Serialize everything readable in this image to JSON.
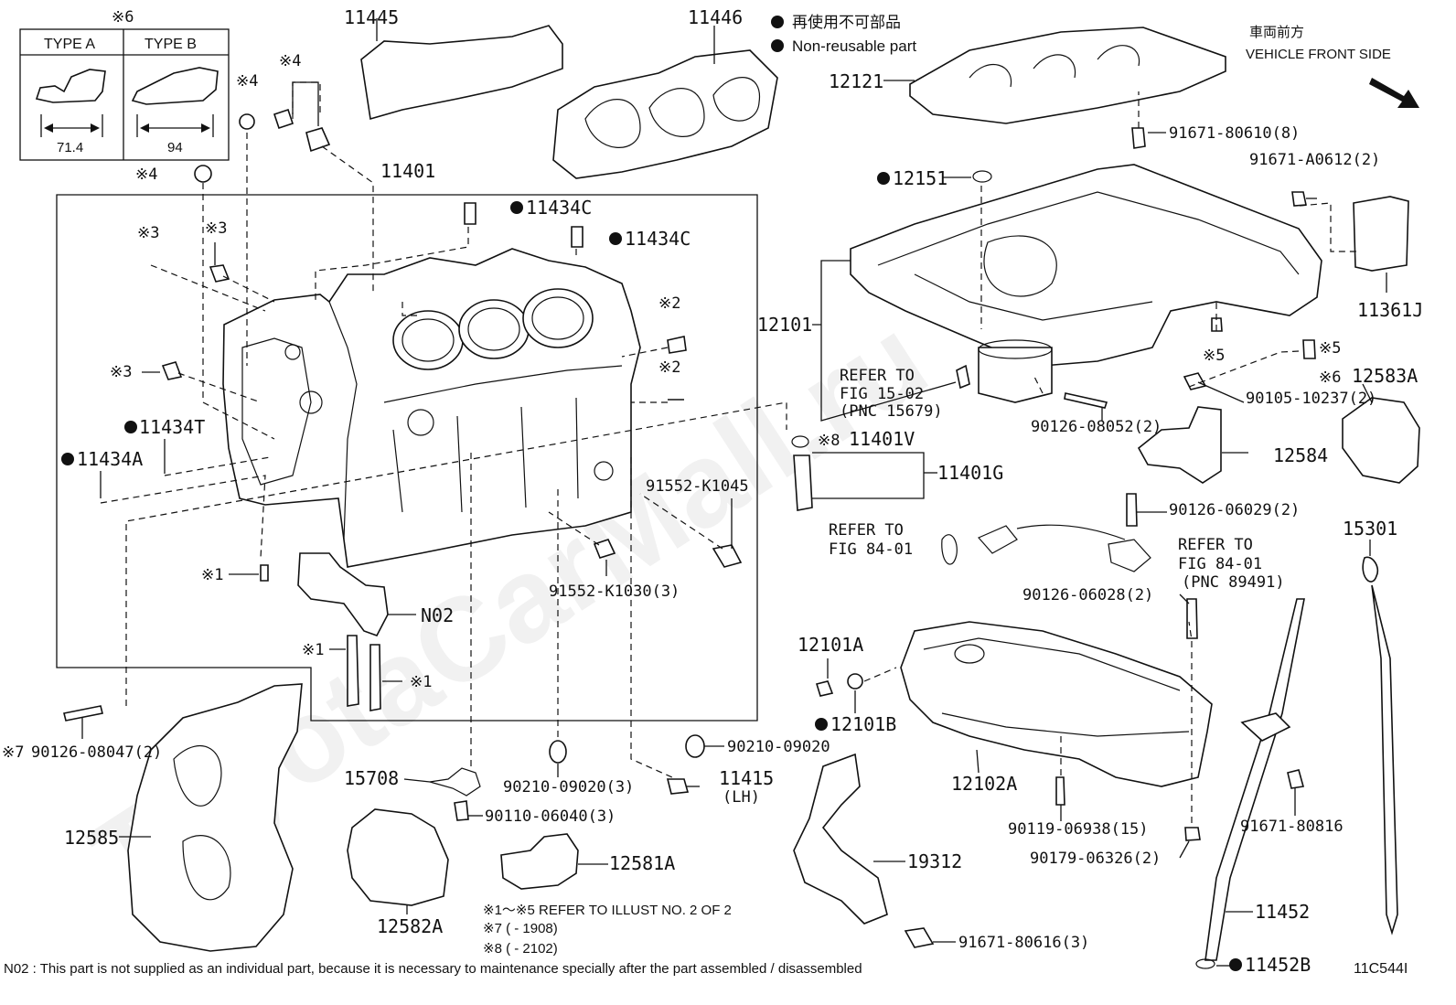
{
  "legend": {
    "non_reusable_jp": "再使用不可部品",
    "non_reusable_en": "Non-reusable part",
    "front_jp": "車両前方",
    "front_en": "VEHICLE FRONT SIDE"
  },
  "type_box": {
    "mark": "※6",
    "type_a": "TYPE A",
    "type_b": "TYPE B",
    "dim_a": "71.4",
    "dim_b": "94"
  },
  "parts": {
    "p11445": "11445",
    "p11446": "11446",
    "p12121": "12121",
    "p91671_80610": "91671-80610(8)",
    "p91671_A0612": "91671-A0612(2)",
    "p12151": "12151",
    "p11401": "11401",
    "p11434C_1": "11434C",
    "p11434C_2": "11434C",
    "p12101": "12101",
    "p11361J": "11361J",
    "refer_15_02_a": "REFER TO",
    "refer_15_02_b": "FIG 15-02",
    "refer_15_02_c": "(PNC 15679)",
    "p90126_08052": "90126-08052(2)",
    "p90105_10237": "90105-10237(2)",
    "p12583A": "12583A",
    "p11401V": "11401V",
    "p11401G": "11401G",
    "p12584": "12584",
    "p11434T": "11434T",
    "p11434A": "11434A",
    "p91552_K1045": "91552-K1045",
    "p90126_06029": "90126-06029(2)",
    "refer_84_01_left_a": "REFER TO",
    "refer_84_01_left_b": "FIG 84-01",
    "refer_84_01_right_a": "REFER TO",
    "refer_84_01_right_b": "FIG 84-01",
    "refer_84_01_right_c": "(PNC 89491)",
    "p15301": "15301",
    "p91552_K1030": "91552-K1030(3)",
    "pN02": "N02",
    "p90126_06028": "90126-06028(2)",
    "p12101A": "12101A",
    "p12101B": "12101B",
    "p90126_08047": "90126-08047(2)",
    "p90210_09020_a": "90210-09020",
    "p90210_09020_b": "90210-09020(3)",
    "p15708": "15708",
    "p11415": "11415",
    "p11415_lh": "(LH)",
    "p90110_06040": "90110-06040(3)",
    "p12102A": "12102A",
    "p91671_80816": "91671-80816",
    "p12585": "12585",
    "p12581A": "12581A",
    "p19312": "19312",
    "p90119_06938": "90119-06938(15)",
    "p90179_06326": "90179-06326(2)",
    "p11452": "11452",
    "p12582A": "12582A",
    "p91671_80616": "91671-80616(3)",
    "p11452B": "11452B"
  },
  "marks": {
    "m1a": "※1",
    "m1b": "※1",
    "m1c": "※1",
    "m2a": "※2",
    "m2b": "※2",
    "m3a": "※3",
    "m3b": "※3",
    "m3c": "※3",
    "m4a": "※4",
    "m4b": "※4",
    "m4c": "※4",
    "m5a": "※5",
    "m5b": "※5",
    "m6": "※6",
    "m7": "※7",
    "m8": "※8"
  },
  "notes": {
    "n1": "※1～※5 REFER TO ILLUST NO. 2 OF 2",
    "n2": "※7 (       - 1908)",
    "n3": "※8 (       - 2102)",
    "footer": "N02 : This part is not supplied as an individual part, because it is necessary to maintenance specially after the part assembled / disassembled",
    "code": "11C544I"
  },
  "watermark": "ToyotaCarMall.ru"
}
